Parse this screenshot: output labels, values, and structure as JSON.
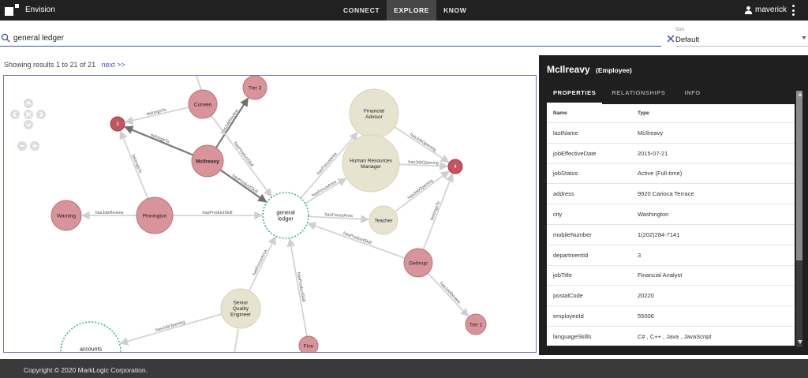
{
  "app": {
    "name": "Envision"
  },
  "nav": {
    "tabs": [
      {
        "label": "CONNECT"
      },
      {
        "label": "EXPLORE",
        "active": true
      },
      {
        "label": "KNOW"
      }
    ]
  },
  "user": {
    "name": "maverick"
  },
  "search": {
    "value": "general ledger",
    "icon": "search-icon"
  },
  "sort": {
    "label": "Sort",
    "value": "Default"
  },
  "results": {
    "text": "Showing results 1 to 21 of 21",
    "next_label": "next >>"
  },
  "graph": {
    "controls": [
      "pan-up-icon",
      "pan-left-icon",
      "zoom-fit-icon",
      "pan-right-icon",
      "pan-down-icon",
      "zoom-out-icon",
      "zoom-in-icon"
    ],
    "nodes": [
      {
        "id": "gl",
        "label": "general ledger",
        "kind": "focus"
      },
      {
        "id": "mc",
        "label": "McIlreavy",
        "kind": "employee",
        "bold": true
      },
      {
        "id": "cu",
        "label": "Curwen",
        "kind": "employee"
      },
      {
        "id": "t3",
        "label": "Tier 3",
        "kind": "employee"
      },
      {
        "id": "n3",
        "label": "3",
        "kind": "dept"
      },
      {
        "id": "pi",
        "label": "Pinnington",
        "kind": "employee"
      },
      {
        "id": "wa",
        "label": "Warning",
        "kind": "employee"
      },
      {
        "id": "fa",
        "label": "Financial Advisor",
        "kind": "job"
      },
      {
        "id": "hr",
        "label": "Human Resources Manager",
        "kind": "job"
      },
      {
        "id": "te",
        "label": "Teacher",
        "kind": "job"
      },
      {
        "id": "n4",
        "label": "4",
        "kind": "dept"
      },
      {
        "id": "ge",
        "label": "Gethrup",
        "kind": "employee"
      },
      {
        "id": "t1",
        "label": "Tier 1",
        "kind": "employee"
      },
      {
        "id": "sq",
        "label": "Senior Quality Engineer",
        "kind": "job"
      },
      {
        "id": "fi",
        "label": "Finn",
        "kind": "employee"
      },
      {
        "id": "ar",
        "label": "accounts receivable",
        "kind": "focus"
      }
    ],
    "edges": [
      {
        "from": "cu",
        "to": "n3",
        "label": "belongsTo"
      },
      {
        "from": "mc",
        "to": "n3",
        "label": "belongsTo",
        "strong": true
      },
      {
        "from": "mc",
        "to": "t3",
        "label": "hasJobReview",
        "strong": true
      },
      {
        "from": "mc",
        "to": "gl",
        "label": "hasProductSkill",
        "strong": true
      },
      {
        "from": "cu",
        "to": "gl",
        "label": "hasProductSkill"
      },
      {
        "from": "pi",
        "to": "n3",
        "label": "belongsTo"
      },
      {
        "from": "pi",
        "to": "wa",
        "label": "hasJobReview"
      },
      {
        "from": "pi",
        "to": "gl",
        "label": "hasProductSkill"
      },
      {
        "from": "fa",
        "to": "n4",
        "label": "hasJobOpening"
      },
      {
        "from": "hr",
        "to": "n4",
        "label": "hasJobOpening"
      },
      {
        "from": "te",
        "to": "n4",
        "label": "hasJobOpening"
      },
      {
        "from": "ge",
        "to": "n4",
        "label": "belongsTo"
      },
      {
        "from": "ge",
        "to": "t1",
        "label": "hasJobReview"
      },
      {
        "from": "ge",
        "to": "gl",
        "label": "hasProductSkill"
      },
      {
        "from": "gl",
        "to": "fa",
        "label": "hasFocusArea"
      },
      {
        "from": "gl",
        "to": "hr",
        "label": "hasFocusArea"
      },
      {
        "from": "gl",
        "to": "te",
        "label": "hasFocusArea"
      },
      {
        "from": "sq",
        "to": "gl",
        "label": "hasFocusArea"
      },
      {
        "from": "fi",
        "to": "gl",
        "label": "hasProductSkill"
      },
      {
        "from": "sq",
        "to": "ar",
        "label": "hasJobOpening"
      }
    ]
  },
  "panel": {
    "title": "McIlreavy",
    "type": "(Employee)",
    "tabs": [
      {
        "label": "PROPERTIES",
        "active": true
      },
      {
        "label": "RELATIONSHIPS"
      },
      {
        "label": "INFO"
      }
    ],
    "columns": {
      "name": "Name",
      "type": "Type"
    },
    "rows": [
      {
        "name": "lastName",
        "value": "McIlreavy"
      },
      {
        "name": "jobEffectiveDate",
        "value": "2015-07-21"
      },
      {
        "name": "jobStatus",
        "value": "Active (Full-time)"
      },
      {
        "name": "address",
        "value": "9920 Carioca Terrace"
      },
      {
        "name": "city",
        "value": "Washington"
      },
      {
        "name": "mobileNumber",
        "value": "1(202)284-7141"
      },
      {
        "name": "departmentId",
        "value": "3"
      },
      {
        "name": "jobTitle",
        "value": "Financial Analyst"
      },
      {
        "name": "postalCode",
        "value": "20220"
      },
      {
        "name": "employeeId",
        "value": "55006"
      },
      {
        "name": "languageSkills",
        "value": "C# , C++ , Java , JavaScript"
      }
    ]
  },
  "footer": {
    "copyright": "Copyright © 2020 MarkLogic Corporation."
  },
  "colors": {
    "topbar": "#212121",
    "accent": "#3f51b5",
    "employee": "#d9939a",
    "employee_stroke": "#b7737b",
    "dept": "#c4555e",
    "job": "#e6e4cf",
    "focus_stroke": "#3ab1a8"
  }
}
